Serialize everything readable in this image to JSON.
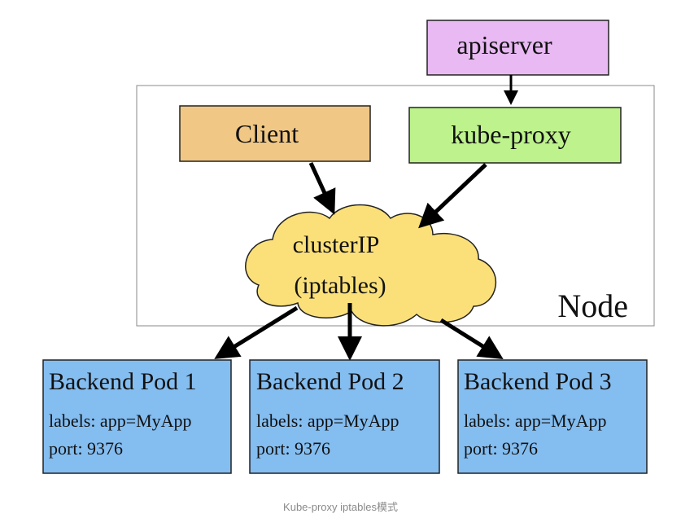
{
  "diagram": {
    "apiserver": {
      "label": "apiserver",
      "fill": "#e8b9f2"
    },
    "client": {
      "label": "Client",
      "fill": "#f0c785"
    },
    "kube_proxy": {
      "label": "kube-proxy",
      "fill": "#bdf28c"
    },
    "cluster_ip": {
      "line1": "clusterIP",
      "line2": "(iptables)",
      "fill": "#fbe07a"
    },
    "node": {
      "label": "Node"
    },
    "pods": [
      {
        "title": "Backend Pod 1",
        "labels": "labels: app=MyApp",
        "port": "port: 9376"
      },
      {
        "title": "Backend Pod 2",
        "labels": "labels: app=MyApp",
        "port": "port: 9376"
      },
      {
        "title": "Backend Pod 3",
        "labels": "labels: app=MyApp",
        "port": "port: 9376"
      }
    ],
    "pod_fill": "#84bdf0"
  },
  "caption": "Kube-proxy iptables模式"
}
